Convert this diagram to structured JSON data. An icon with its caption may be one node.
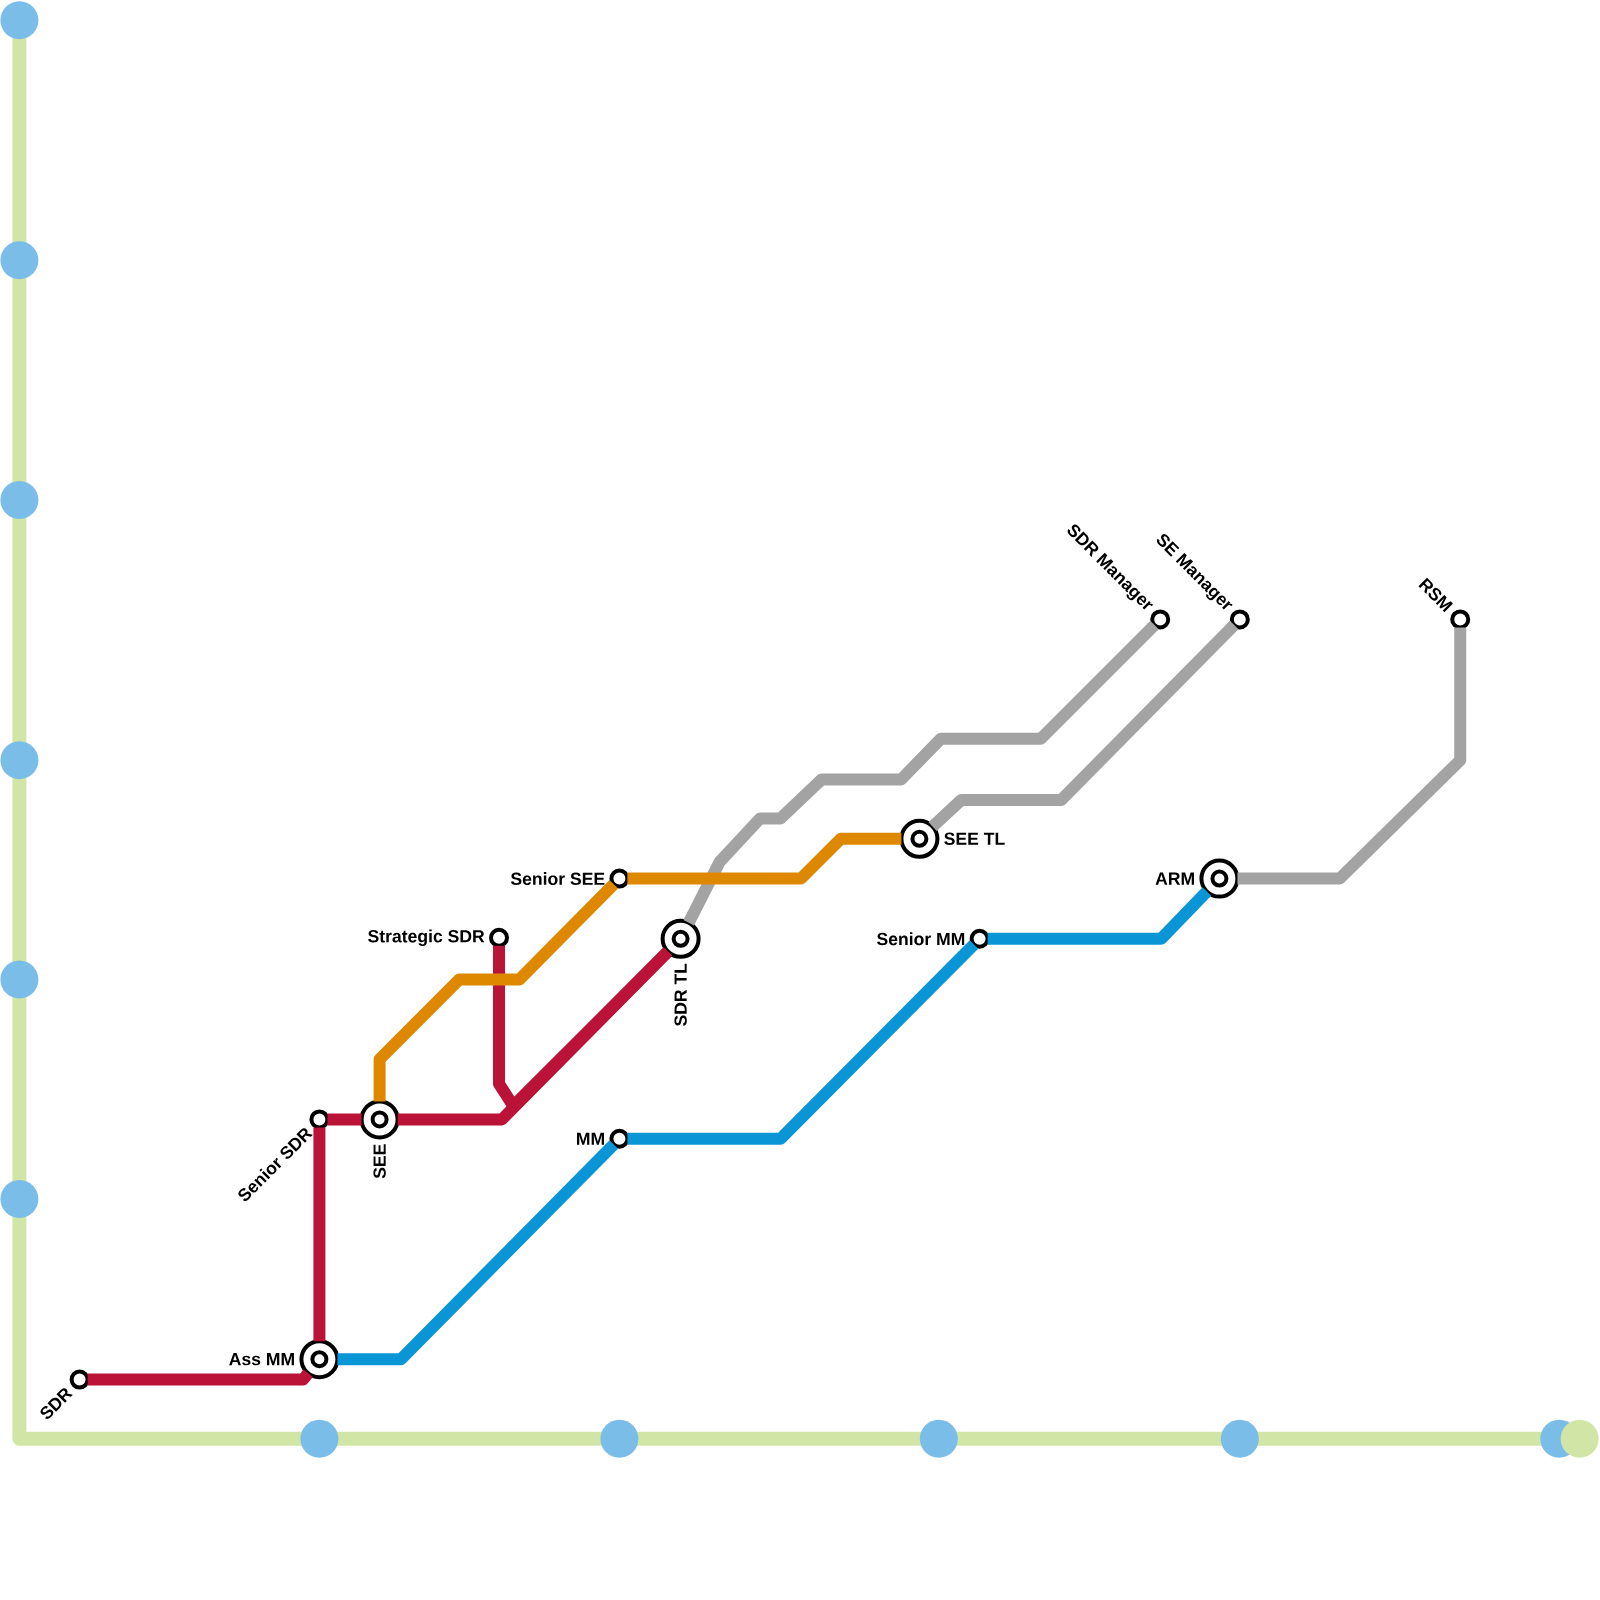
{
  "diagram": {
    "nodes": [
      {
        "text": [
          "SDR"
        ]
      },
      {
        "text": [
          "Ass MM"
        ]
      },
      {
        "text": [
          "Senior SDR"
        ]
      },
      {
        "text": [
          "SEE"
        ]
      },
      {
        "text": [
          "Strategic SDR"
        ]
      },
      {
        "text": [
          "Senior SEE"
        ]
      },
      {
        "text": [
          "SDR TL"
        ]
      },
      {
        "text": [
          "MM"
        ]
      },
      {
        "text": [
          "SEE TL"
        ]
      },
      {
        "text": [
          "Senior MM"
        ]
      },
      {
        "text": [
          "ARM"
        ]
      },
      {
        "text": [
          "SDR Manager"
        ]
      },
      {
        "text": [
          "SE Manager"
        ]
      },
      {
        "text": [
          "RSM"
        ]
      }
    ],
    "edges": [
      {
        "from": 6,
        "to": 11,
        "arrow": "none",
        "color": "#a3a3a3"
      },
      {
        "from": 8,
        "to": 12,
        "arrow": "none",
        "color": "#a3a3a3"
      },
      {
        "from": 10,
        "to": 13,
        "arrow": "none",
        "color": "#a3a3a3"
      },
      {
        "from": 0,
        "to": 1,
        "arrow": "none",
        "color": "#bb1237"
      },
      {
        "from": 1,
        "to": 2,
        "arrow": "none",
        "color": "#bb1237"
      },
      {
        "from": 2,
        "to": 3,
        "arrow": "none",
        "color": "#bb1237"
      },
      {
        "from": 3,
        "to": 6,
        "arrow": "none",
        "color": "#bb1237"
      },
      {
        "from": 4,
        "to": 6,
        "arrow": "none",
        "color": "#bb1237"
      },
      {
        "from": 1,
        "to": 7,
        "arrow": "none",
        "color": "#0a96d6"
      },
      {
        "from": 7,
        "to": 9,
        "arrow": "none",
        "color": "#0a96d6"
      },
      {
        "from": 9,
        "to": 10,
        "arrow": "none",
        "color": "#0a96d6"
      },
      {
        "from": 3,
        "to": 5,
        "arrow": "none",
        "color": "#de8800"
      },
      {
        "from": 5,
        "to": 8,
        "arrow": "none",
        "color": "#de8800"
      }
    ]
  }
}
